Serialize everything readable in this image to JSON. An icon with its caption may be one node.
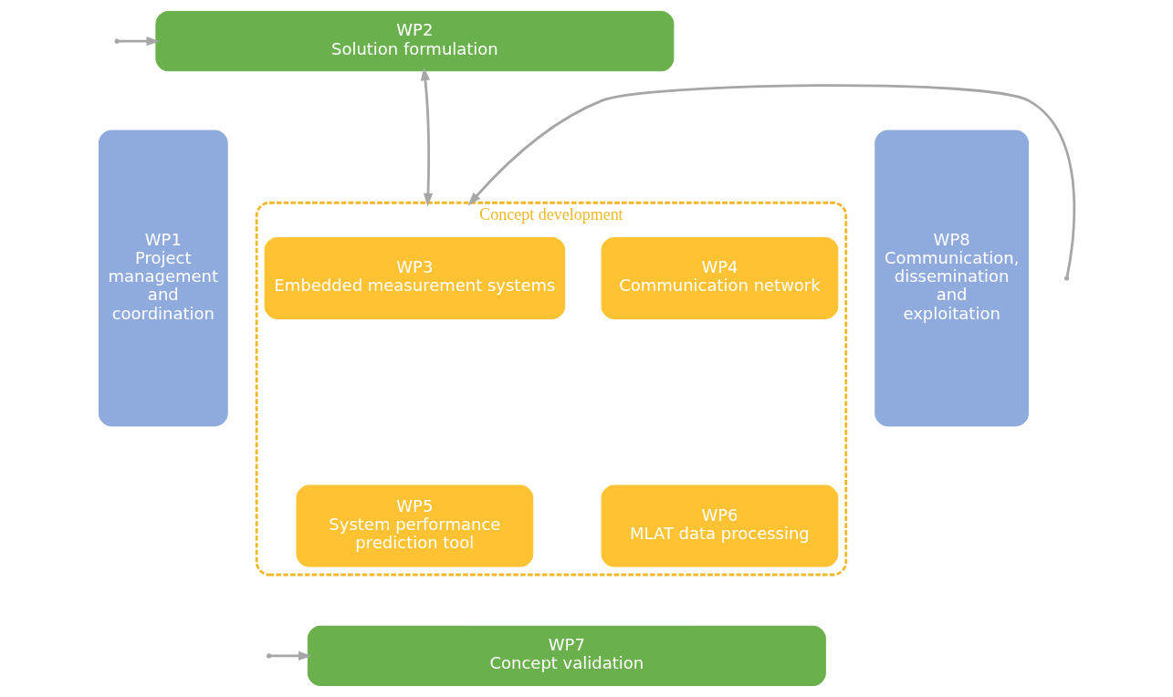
{
  "diagram": {
    "nodes": [
      {
        "text": [
          "WP1",
          "Project management and coordination"
        ]
      },
      {
        "text": [
          "WP2",
          "Solution formulation"
        ]
      },
      {
        "text": [
          "Concept development"
        ]
      },
      {
        "text": [
          "WP3",
          "Embedded measurement systems"
        ],
        "in": 2
      },
      {
        "text": [
          "WP4",
          "Communication network"
        ],
        "in": 2
      },
      {
        "text": [
          "WP5",
          "System performance prediction tool"
        ],
        "in": 2
      },
      {
        "text": [
          "WP6",
          "MLAT data processing"
        ],
        "in": 2
      },
      {
        "text": [
          "WP7",
          "Concept validation"
        ]
      },
      {
        "text": [
          "WP8",
          "Communication, dissemination and exploitation"
        ]
      }
    ],
    "edges": [
      {
        "from": 1,
        "to": 2,
        "arrow": "both"
      },
      {
        "from": null,
        "to": 1,
        "arrow": "to"
      },
      {
        "from": null,
        "to": 2,
        "arrow": "to"
      },
      {
        "from": null,
        "to": 7,
        "arrow": "to"
      }
    ]
  }
}
